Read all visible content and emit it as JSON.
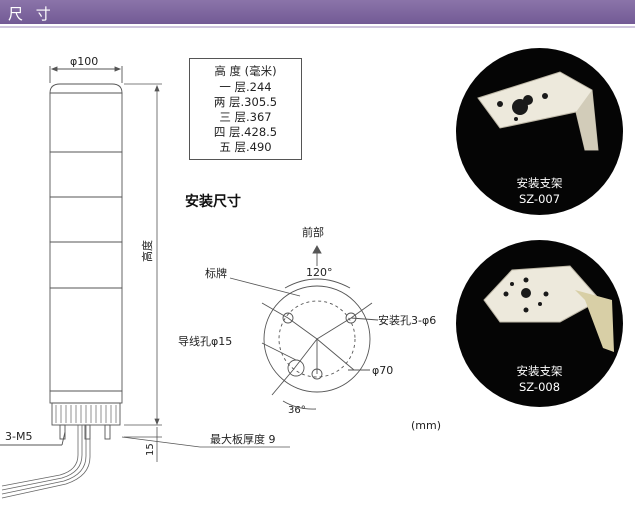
{
  "header": {
    "title": "尺 寸"
  },
  "tower": {
    "diameter_label": "φ100",
    "height_label": "高度",
    "base_height_label": "15",
    "screw_label": "3-M5",
    "max_plate_label": "最大板厚度 9"
  },
  "height_table": {
    "title": "高 度 (毫米)",
    "rows": [
      "一 层.244",
      "两 层.305.5",
      "三 层.367",
      "四 层.428.5",
      "五 层.490"
    ]
  },
  "mounting": {
    "title": "安装尺寸",
    "front_label": "前部",
    "angle_top": "120°",
    "nameplate_label": "标牌",
    "mount_hole_label": "安装孔3-φ6",
    "wire_hole_label": "导线孔φ15",
    "pcd_label": "φ70",
    "angle_bottom": "36°",
    "unit_label": "(mm)"
  },
  "brackets": [
    {
      "caption1": "安装支架",
      "caption2": "SZ-007"
    },
    {
      "caption1": "安装支架",
      "caption2": "SZ-008"
    }
  ]
}
